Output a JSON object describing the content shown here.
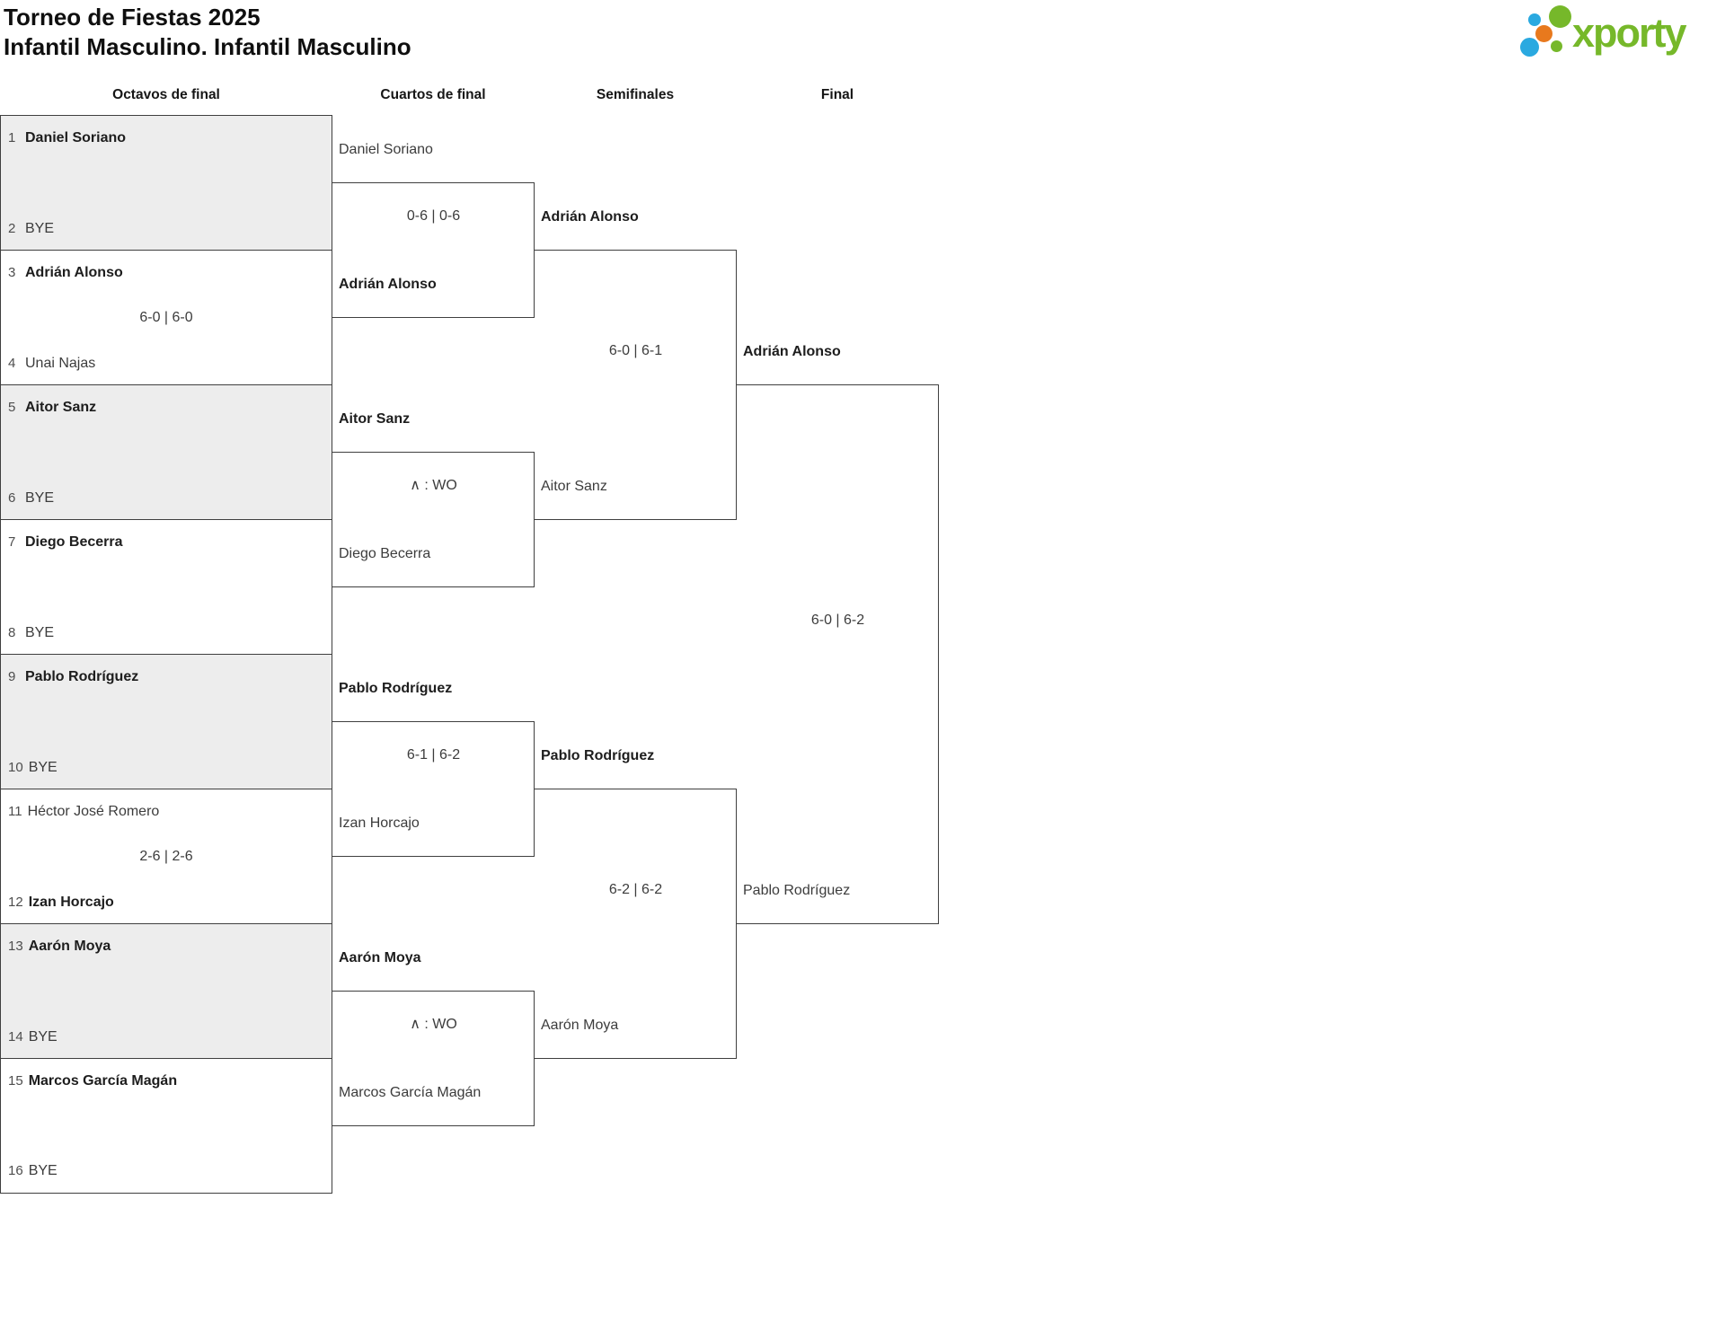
{
  "title": {
    "line1": "Torneo de Fiestas 2025",
    "line2": "Infantil Masculino. Infantil Masculino"
  },
  "logo": {
    "text": "xporty",
    "green": "#76b82a",
    "blue": "#2aa9e0",
    "orange": "#e8791d"
  },
  "colors": {
    "border": "#3f3f3f",
    "shaded_box": "#ededed",
    "winner_text": "#1d1d1d",
    "regular_text": "#3c3c3c"
  },
  "round_headers": [
    {
      "label": "Octavos de final"
    },
    {
      "label": "Cuartos de final"
    },
    {
      "label": "Semifinales"
    },
    {
      "label": "Final"
    }
  ],
  "octavos": [
    {
      "shaded": true,
      "score": "",
      "p1": {
        "seed": "1",
        "name": "Daniel Soriano",
        "winner": true
      },
      "p2": {
        "seed": "2",
        "name": "BYE",
        "winner": false
      }
    },
    {
      "shaded": false,
      "score": "6-0 | 6-0",
      "p1": {
        "seed": "3",
        "name": "Adrián Alonso",
        "winner": true
      },
      "p2": {
        "seed": "4",
        "name": "Unai Najas",
        "winner": false
      }
    },
    {
      "shaded": true,
      "score": "",
      "p1": {
        "seed": "5",
        "name": "Aitor Sanz",
        "winner": true
      },
      "p2": {
        "seed": "6",
        "name": "BYE",
        "winner": false
      }
    },
    {
      "shaded": false,
      "score": "",
      "p1": {
        "seed": "7",
        "name": "Diego Becerra",
        "winner": true
      },
      "p2": {
        "seed": "8",
        "name": "BYE",
        "winner": false
      }
    },
    {
      "shaded": true,
      "score": "",
      "p1": {
        "seed": "9",
        "name": "Pablo Rodríguez",
        "winner": true
      },
      "p2": {
        "seed": "10",
        "name": "BYE",
        "winner": false
      }
    },
    {
      "shaded": false,
      "score": "2-6 | 2-6",
      "p1": {
        "seed": "11",
        "name": "Héctor José Romero",
        "winner": false
      },
      "p2": {
        "seed": "12",
        "name": "Izan Horcajo",
        "winner": true
      }
    },
    {
      "shaded": true,
      "score": "",
      "p1": {
        "seed": "13",
        "name": "Aarón Moya",
        "winner": true
      },
      "p2": {
        "seed": "14",
        "name": "BYE",
        "winner": false
      }
    },
    {
      "shaded": false,
      "score": "",
      "p1": {
        "seed": "15",
        "name": "Marcos García Magán",
        "winner": true
      },
      "p2": {
        "seed": "16",
        "name": "BYE",
        "winner": false
      }
    }
  ],
  "cuartos": [
    {
      "score": "0-6 | 0-6",
      "p1": {
        "name": "Daniel Soriano",
        "winner": false
      },
      "p2": {
        "name": "Adrián Alonso",
        "winner": true
      }
    },
    {
      "score": "∧ : WO",
      "p1": {
        "name": "Aitor Sanz",
        "winner": true
      },
      "p2": {
        "name": "Diego Becerra",
        "winner": false
      }
    },
    {
      "score": "6-1 | 6-2",
      "p1": {
        "name": "Pablo Rodríguez",
        "winner": true
      },
      "p2": {
        "name": "Izan Horcajo",
        "winner": false
      }
    },
    {
      "score": "∧ : WO",
      "p1": {
        "name": "Aarón Moya",
        "winner": true
      },
      "p2": {
        "name": "Marcos García Magán",
        "winner": false
      }
    }
  ],
  "semifinales": [
    {
      "score": "6-0 | 6-1",
      "p1": {
        "name": "Adrián Alonso",
        "winner": true
      },
      "p2": {
        "name": "Aitor Sanz",
        "winner": false
      }
    },
    {
      "score": "6-2 | 6-2",
      "p1": {
        "name": "Pablo Rodríguez",
        "winner": true
      },
      "p2": {
        "name": "Aarón Moya",
        "winner": false
      }
    }
  ],
  "final": [
    {
      "score": "6-0 | 6-2",
      "p1": {
        "name": "Adrián Alonso",
        "winner": true
      },
      "p2": {
        "name": "Pablo Rodríguez",
        "winner": false
      }
    }
  ]
}
